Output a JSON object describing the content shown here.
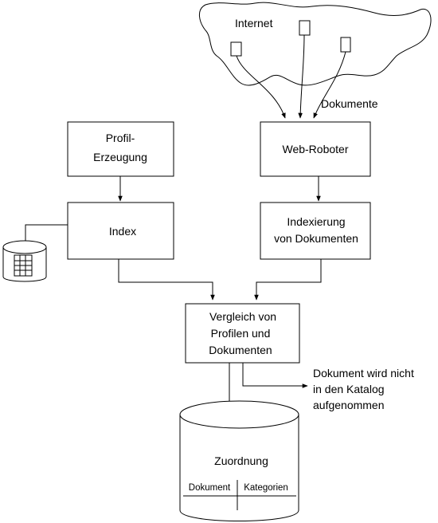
{
  "internet": {
    "label": "Internet",
    "documents_label": "Dokumente"
  },
  "boxes": {
    "profil_line1": "Profil-",
    "profil_line2": "Erzeugung",
    "web_roboter": "Web-Roboter",
    "index": "Index",
    "indexierung_line1": "Indexierung",
    "indexierung_line2": "von Dokumenten",
    "vergleich_line1": "Vergleich von",
    "vergleich_line2": "Profilen und",
    "vergleich_line3": "Dokumenten"
  },
  "rejected": {
    "line1": "Dokument wird nicht",
    "line2": "in den Katalog",
    "line3": "aufgenommen"
  },
  "zuordnung": {
    "title": "Zuordnung",
    "col1": "Dokument",
    "col2": "Kategorien"
  }
}
